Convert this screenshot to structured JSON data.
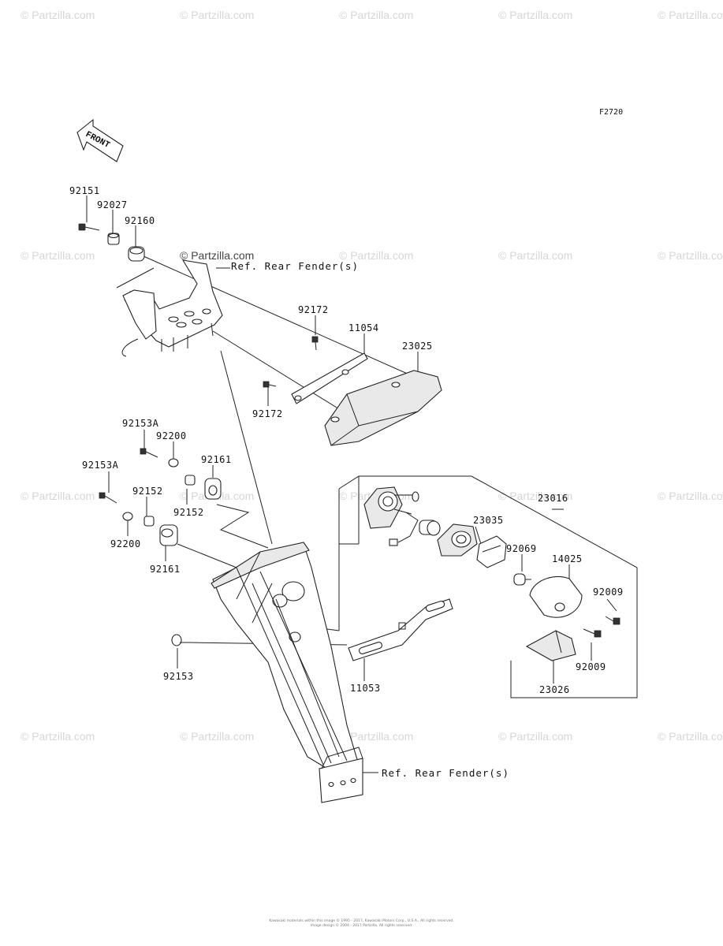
{
  "diagram_code": "F2720",
  "front_label": "FRONT",
  "watermark_text": "© Partzilla.com",
  "refs": {
    "rear_fender_top": "Ref. Rear Fender(s)",
    "rear_fender_bottom": "Ref. Rear Fender(s)"
  },
  "parts": {
    "p92151": "92151",
    "p92027": "92027",
    "p92160": "92160",
    "p92172_top": "92172",
    "p11054": "11054",
    "p23025": "23025",
    "p92172_bot": "92172",
    "p92153A_top": "92153A",
    "p92200_top": "92200",
    "p92161_top": "92161",
    "p92153A_bot": "92153A",
    "p92152_left": "92152",
    "p92152_right": "92152",
    "p92200_bot": "92200",
    "p92161_bot": "92161",
    "p23016": "23016",
    "p23035": "23035",
    "p92069": "92069",
    "p14025": "14025",
    "p92009_top": "92009",
    "p92009_bot": "92009",
    "p23026": "23026",
    "p11053": "11053",
    "p92153": "92153"
  },
  "copyright": [
    "Kawasaki materials within this image © 1995 - 2017, Kawasaki Motors Corp., U.S.A., All rights reserved.",
    "Image design © 2004 - 2017 Partzilla. All rights reserved."
  ]
}
